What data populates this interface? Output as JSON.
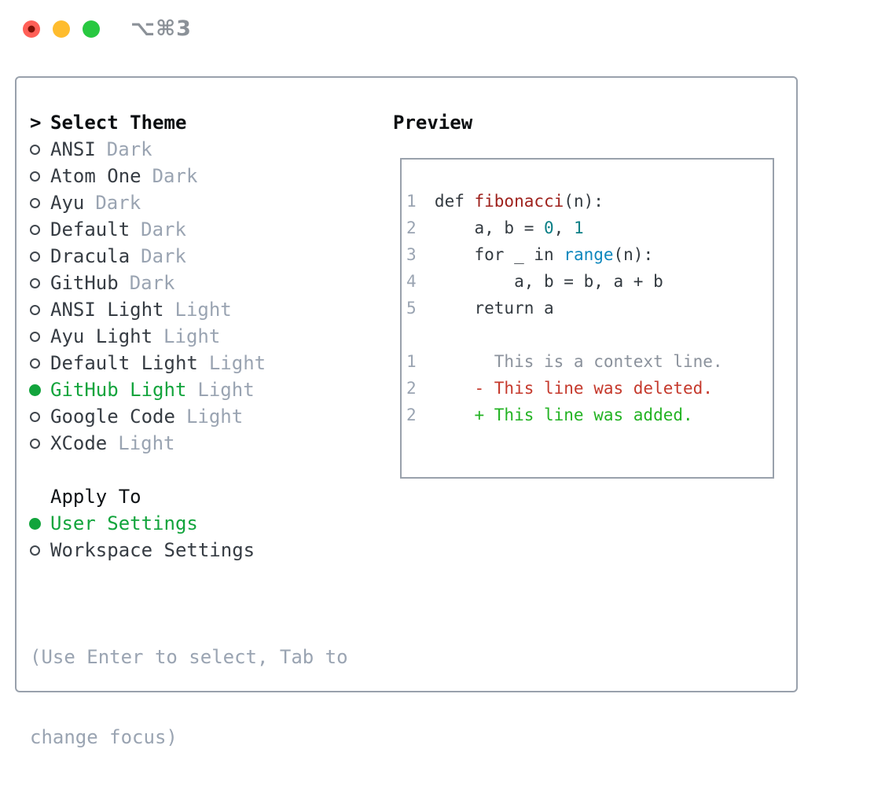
{
  "window": {
    "title_shortcut": "⌥⌘3",
    "traffic_lights": [
      "close",
      "minimize",
      "zoom"
    ]
  },
  "theme_picker": {
    "header": {
      "marker": ">",
      "label": "Select Theme"
    },
    "themes": [
      {
        "label": "ANSI",
        "variant": "Dark",
        "selected": false
      },
      {
        "label": "Atom One",
        "variant": "Dark",
        "selected": false
      },
      {
        "label": "Ayu",
        "variant": "Dark",
        "selected": false
      },
      {
        "label": "Default",
        "variant": "Dark",
        "selected": false
      },
      {
        "label": "Dracula",
        "variant": "Dark",
        "selected": false
      },
      {
        "label": "GitHub",
        "variant": "Dark",
        "selected": false
      },
      {
        "label": "ANSI Light",
        "variant": "Light",
        "selected": false
      },
      {
        "label": "Ayu Light",
        "variant": "Light",
        "selected": false
      },
      {
        "label": "Default Light",
        "variant": "Light",
        "selected": false
      },
      {
        "label": "GitHub Light",
        "variant": "Light",
        "selected": true
      },
      {
        "label": "Google Code",
        "variant": "Light",
        "selected": false
      },
      {
        "label": "XCode",
        "variant": "Light",
        "selected": false
      }
    ],
    "apply_to": {
      "header": "Apply To",
      "options": [
        {
          "label": "User Settings",
          "selected": true
        },
        {
          "label": "Workspace Settings",
          "selected": false
        }
      ]
    },
    "hint_lines": [
      "(Use Enter to select, Tab to",
      "change focus)"
    ]
  },
  "preview": {
    "header": "Preview",
    "code_lines": [
      {
        "num": "1",
        "tokens": [
          {
            "text": "def ",
            "type": "keyword"
          },
          {
            "text": "fibonacci",
            "type": "title"
          },
          {
            "text": "(n):",
            "type": "plain"
          }
        ]
      },
      {
        "num": "2",
        "tokens": [
          {
            "text": "    a, b = ",
            "type": "plain"
          },
          {
            "text": "0",
            "type": "number"
          },
          {
            "text": ", ",
            "type": "plain"
          },
          {
            "text": "1",
            "type": "number"
          }
        ]
      },
      {
        "num": "3",
        "tokens": [
          {
            "text": "    for _ in ",
            "type": "plain"
          },
          {
            "text": "range",
            "type": "builtin"
          },
          {
            "text": "(n):",
            "type": "plain"
          }
        ]
      },
      {
        "num": "4",
        "tokens": [
          {
            "text": "        a, b = b, a + b",
            "type": "plain"
          }
        ]
      },
      {
        "num": "5",
        "tokens": [
          {
            "text": "    return a",
            "type": "plain"
          }
        ]
      }
    ],
    "diff_lines": [
      {
        "num": "1",
        "text": "      This is a context line.",
        "kind": "context"
      },
      {
        "num": "2",
        "text": "    - This line was deleted.",
        "kind": "deletion"
      },
      {
        "num": "2",
        "text": "    + This line was added.",
        "kind": "addition"
      }
    ]
  },
  "colors": {
    "item_text": "#363c43",
    "header_text": "#0b0e11",
    "muted": "#9aa4b2",
    "border": "#99a1ac",
    "selection_green": "#12a43c",
    "added_green": "#23b323",
    "deleted_red": "#c5392c",
    "context_gray": "#8b929c",
    "code_plain": "#333a40",
    "code_keyword": "#333a40",
    "code_title": "#9e211c",
    "code_number": "#0b7f86",
    "code_builtin": "#0e87bd",
    "line_number": "#9aa4b2",
    "titlebar_text": "#8b9198",
    "traffic_red": "#ff5f57",
    "traffic_red_dot": "#7e1006",
    "traffic_yellow": "#febc2e",
    "traffic_green": "#28c840"
  }
}
